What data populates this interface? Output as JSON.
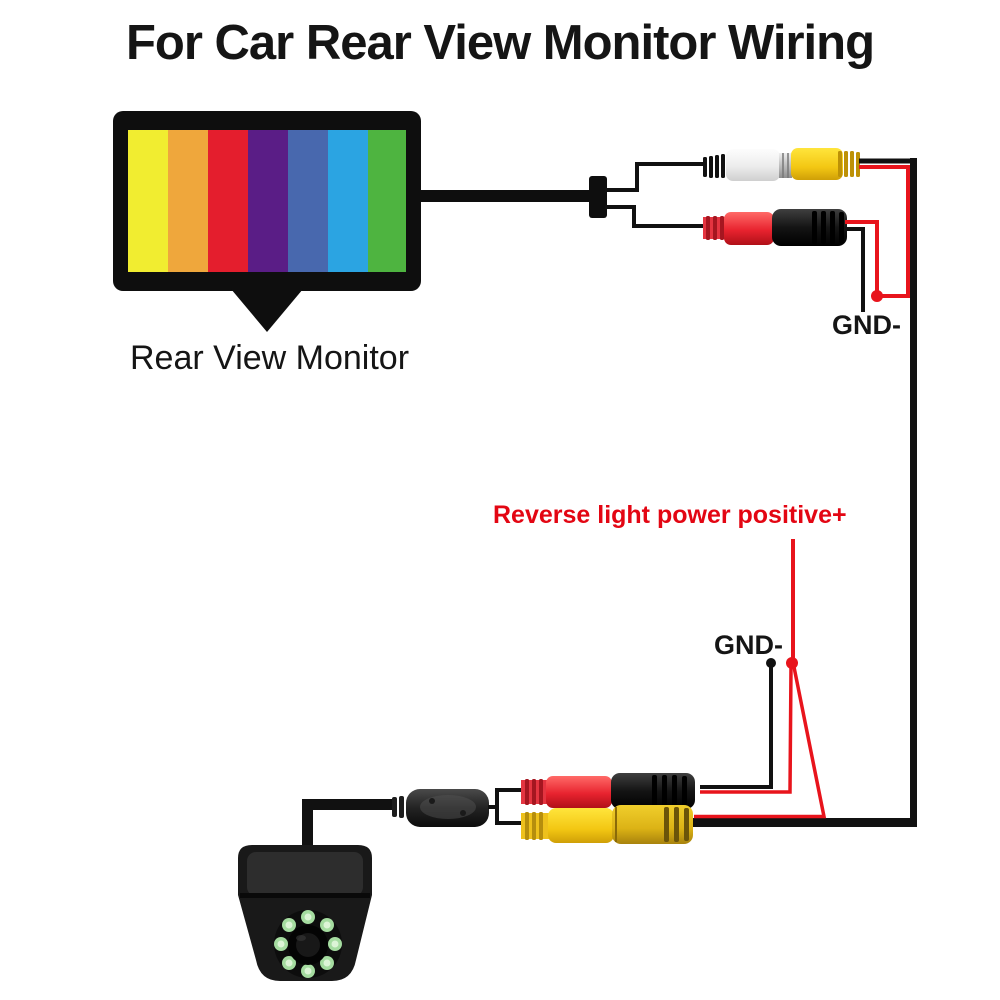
{
  "title": "For Car Rear View Monitor Wiring",
  "monitor": {
    "label": "Rear View Monitor",
    "bars": [
      "#f1ed30",
      "#efa73c",
      "#e41e2d",
      "#5a1d86",
      "#4868ae",
      "#2ba4e2",
      "#4eb440"
    ]
  },
  "labels": {
    "gnd_monitor": "GND-",
    "reverse_power": "Reverse light power positive+",
    "gnd_camera": "GND-"
  },
  "colors": {
    "wire_red": "#e8141c",
    "wire_black": "#111111",
    "label_red": "#e30613",
    "connector_yellow": "#f6cf1e",
    "connector_red": "#ea3a45",
    "connector_white": "#f1f1f1",
    "connector_black": "#181818",
    "led_green": "#a5dca0"
  }
}
